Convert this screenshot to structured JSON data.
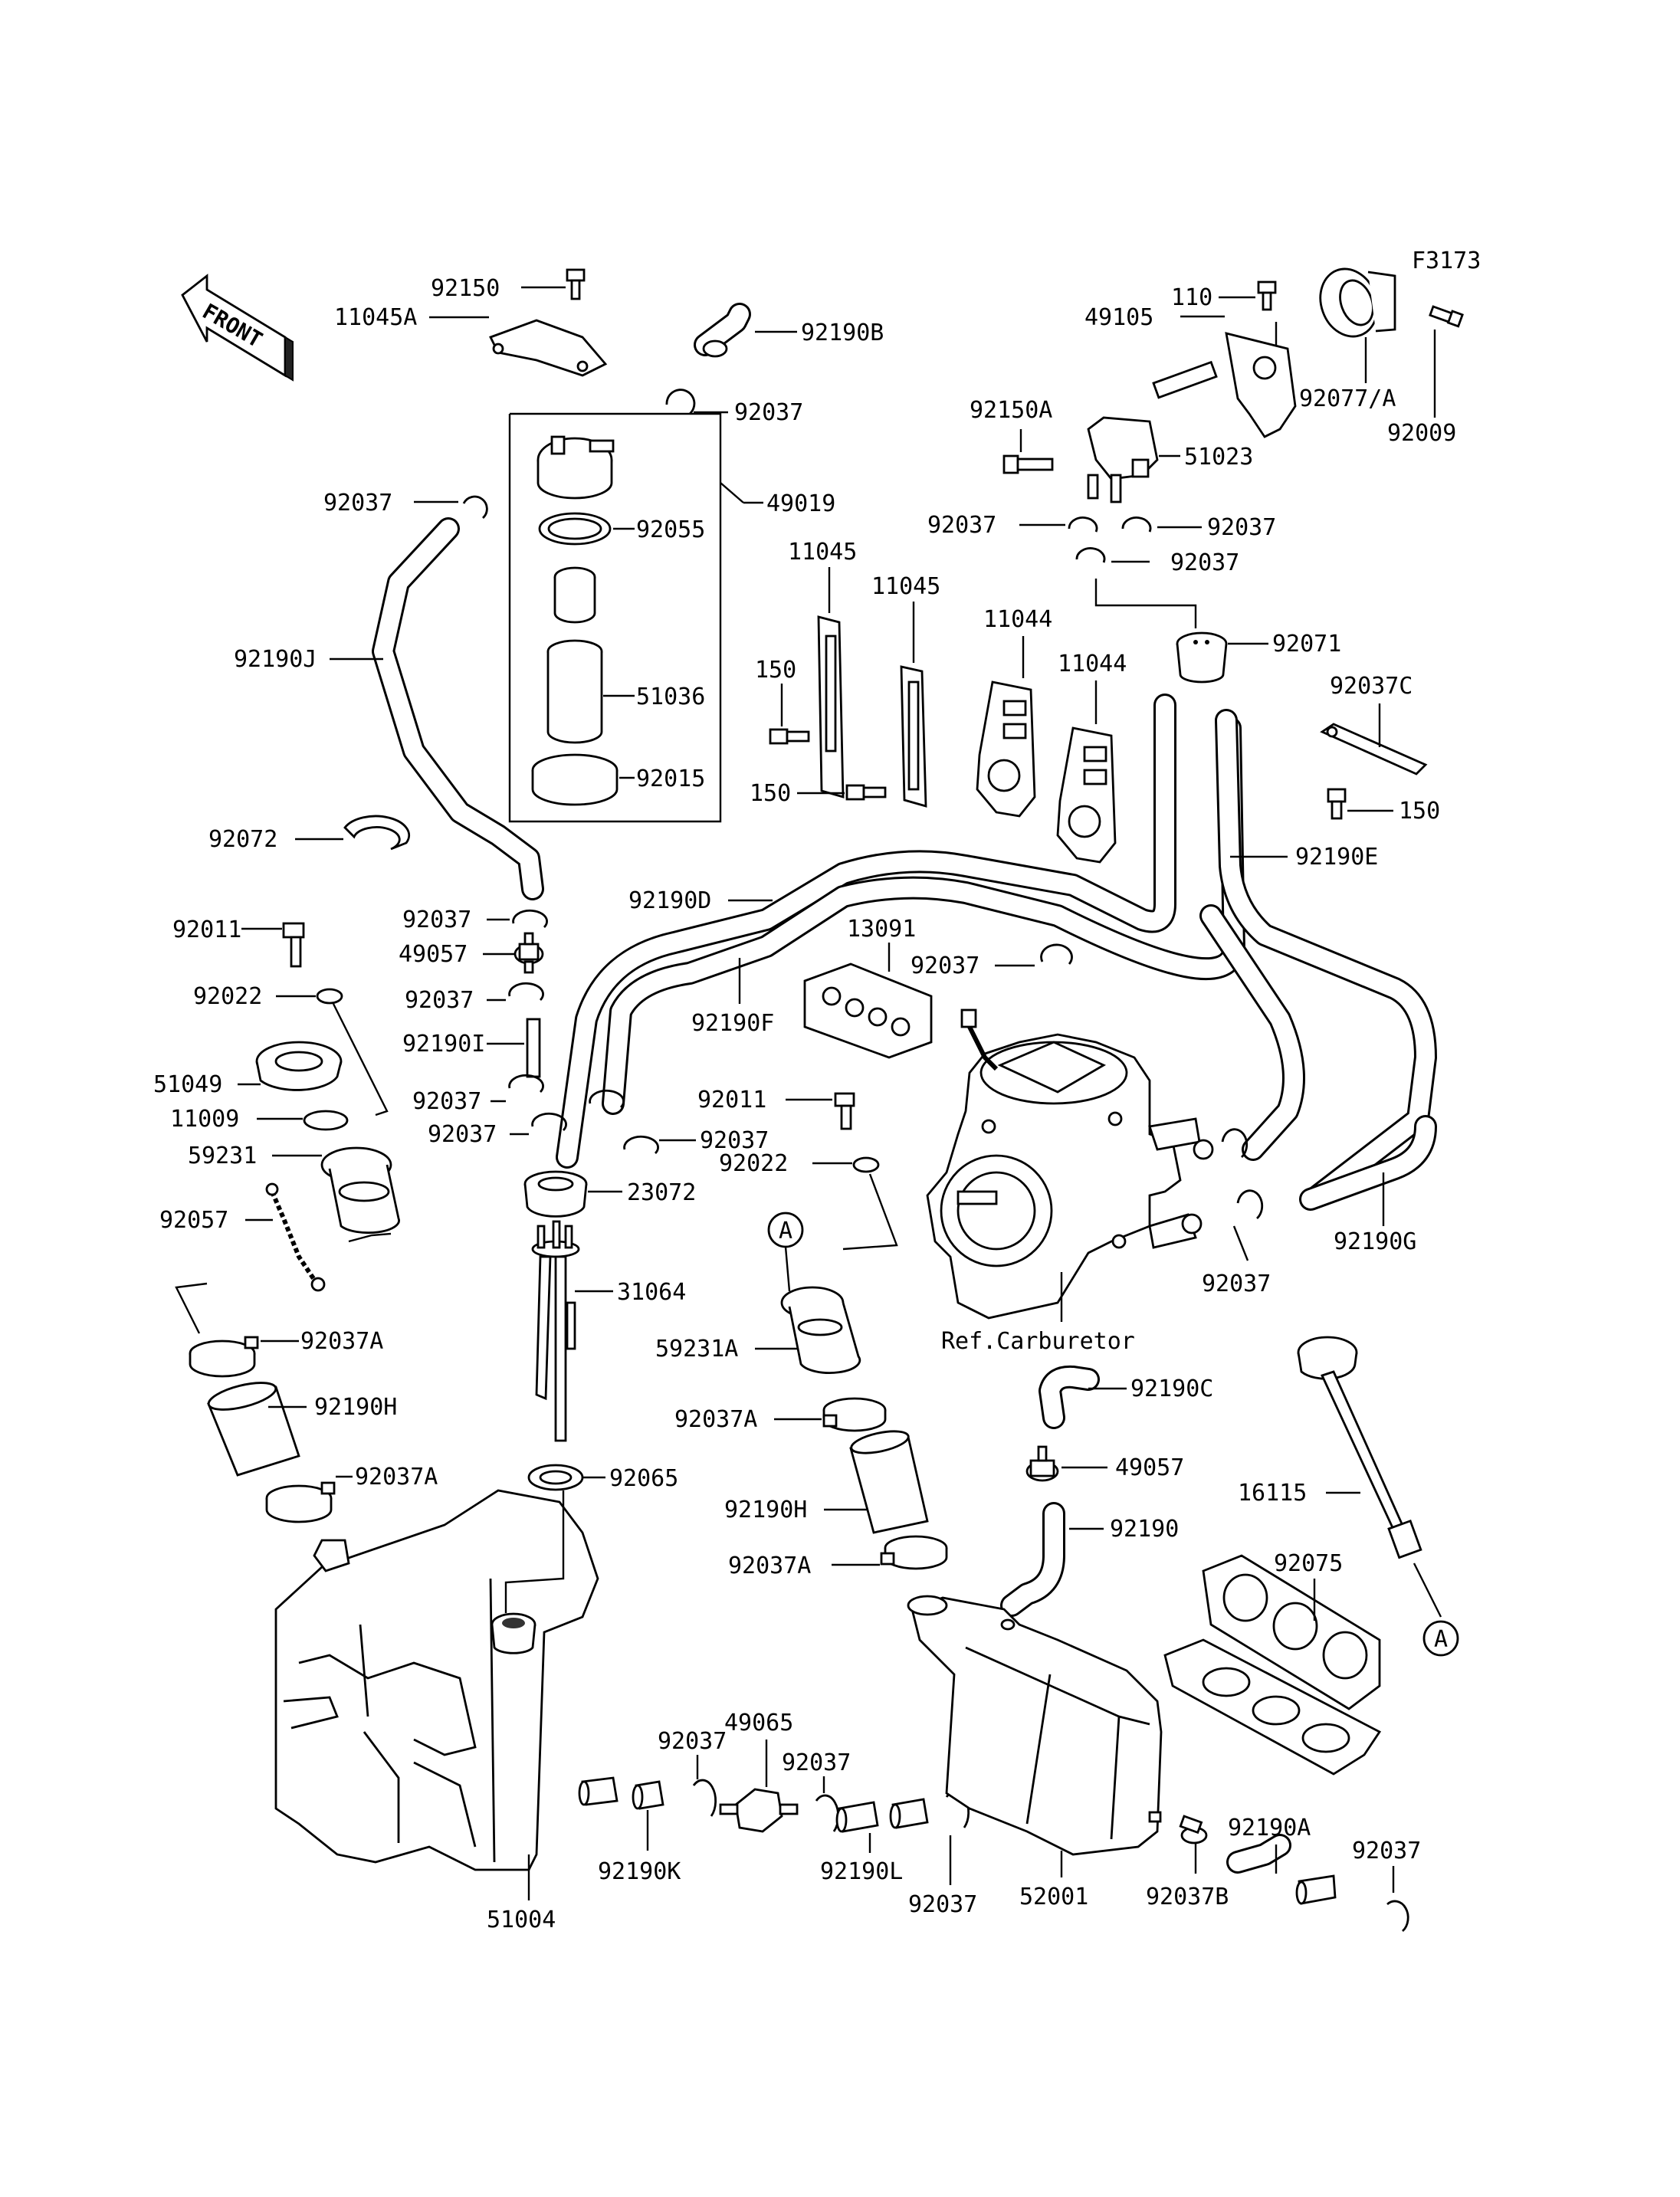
{
  "drawing_code": "F3173",
  "front_label": "FRONT",
  "callout_A": "A",
  "parts": {
    "p92150": "92150",
    "p11045A": "11045A",
    "p92190B": "92190B",
    "p92037_top": "92037",
    "p49019": "49019",
    "p92037_left": "92037",
    "p92055": "92055",
    "p92190J": "92190J",
    "p51036": "51036",
    "p92015": "92015",
    "p92072": "92072",
    "p11045_a": "11045",
    "p11045_b": "11045",
    "p150_a": "150",
    "p150_b": "150",
    "p11044_a": "11044",
    "p11044_b": "11044",
    "p110": "110",
    "p49105": "49105",
    "p92077A": "92077/A",
    "p92009": "92009",
    "p92150A": "92150A",
    "p51023": "51023",
    "p92037_r1": "92037",
    "p92037_r2": "92037",
    "p92037_r3": "92037",
    "p92071": "92071",
    "p92037C": "92037C",
    "p150_c": "150",
    "p92190E": "92190E",
    "p92190D": "92190D",
    "p13091": "13091",
    "p92037_mid": "92037",
    "p92190F": "92190F",
    "p92011_a": "92011",
    "p92022_a": "92022",
    "p51049": "51049",
    "p11009": "11009",
    "p59231": "59231",
    "p92057": "92057",
    "p92037_c1": "92037",
    "p49057_a": "49057",
    "p92037_c2": "92037",
    "p92190I": "92190I",
    "p92037_c3": "92037",
    "p92037_c4": "92037",
    "p92037_c5": "92037",
    "p92011_b": "92011",
    "p92022_b": "92022",
    "p23072": "23072",
    "p31064": "31064",
    "p59231A": "59231A",
    "p92037_carb": "92037",
    "p92190G": "92190G",
    "ref_carb": "Ref.Carburetor",
    "p92037A_a": "92037A",
    "p92190H_a": "92190H",
    "p92037A_b": "92037A",
    "p92037A_c": "92037A",
    "p92190H_b": "92190H",
    "p92037A_d": "92037A",
    "p92065": "92065",
    "p92190C": "92190C",
    "p49057_b": "49057",
    "p92190": "92190",
    "p16115": "16115",
    "p92075": "92075",
    "p49065": "49065",
    "p92037_b1": "92037",
    "p92037_b2": "92037",
    "p92190K": "92190K",
    "p92190L": "92190L",
    "p92037_b3": "92037",
    "p51004": "51004",
    "p52001": "52001",
    "p92037B": "92037B",
    "p92190A": "92190A",
    "p92037_b4": "92037"
  }
}
